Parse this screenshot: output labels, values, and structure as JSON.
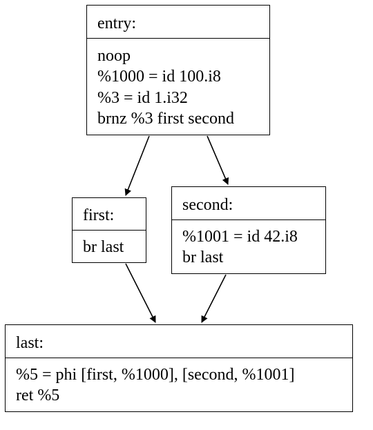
{
  "nodes": {
    "entry": {
      "title": "entry:",
      "lines": [
        "noop",
        "%1000 = id 100.i8",
        "%3 = id 1.i32",
        "brnz %3 first second"
      ]
    },
    "first": {
      "title": "first:",
      "lines": [
        "br last"
      ]
    },
    "second": {
      "title": "second:",
      "lines": [
        "%1001 = id 42.i8",
        "br last"
      ]
    },
    "last": {
      "title": "last:",
      "lines": [
        "%5 = phi [first, %1000], [second, %1001]",
        "ret %5"
      ]
    }
  },
  "edges": [
    {
      "from": "entry",
      "to": "first"
    },
    {
      "from": "entry",
      "to": "second"
    },
    {
      "from": "first",
      "to": "last"
    },
    {
      "from": "second",
      "to": "last"
    }
  ]
}
